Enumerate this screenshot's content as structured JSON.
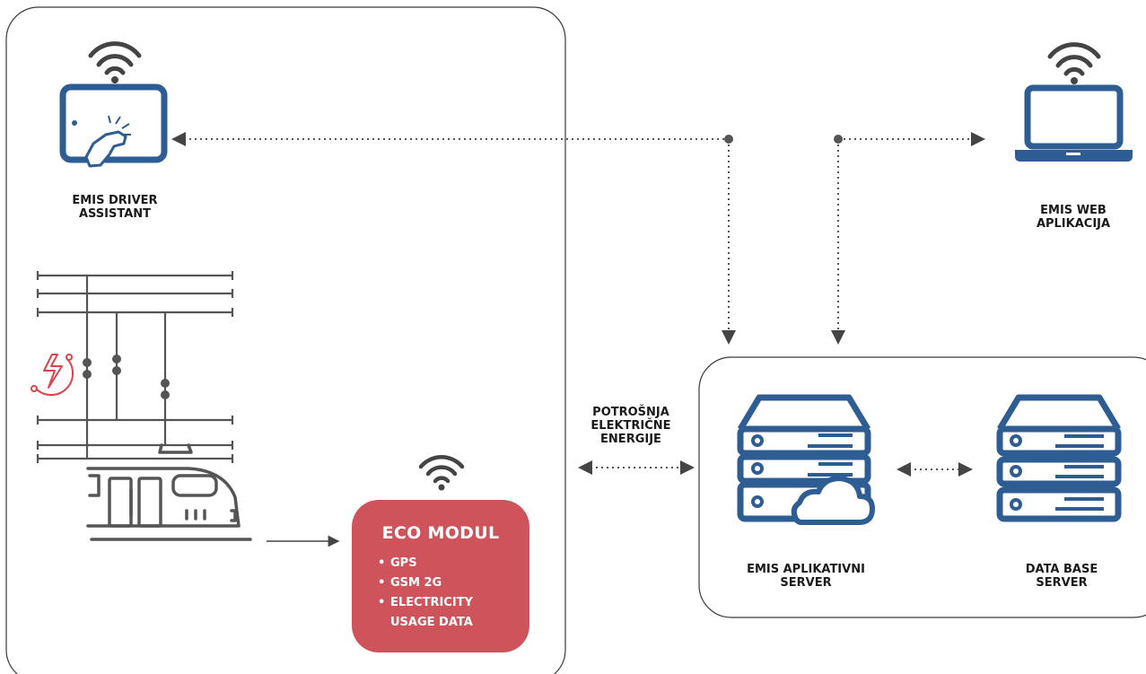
{
  "labels": {
    "driver_assistant": "EMIS DRIVER ASSISTANT",
    "web_app": "EMIS WEB APLIKACIJA",
    "energy_consumption": "POTROŠNJA ELEKTRIČNE ENERGIJE",
    "app_server": "EMIS APLIKATIVNI SERVER",
    "db_server": "DATA BASE SERVER"
  },
  "eco_module": {
    "title": "ECO MODUL",
    "items": [
      "GPS",
      "GSM 2G",
      "ELECTRICITY",
      "USAGE DATA"
    ]
  },
  "colors": {
    "device_blue": "#2d5d93",
    "eco_red": "#cf535a",
    "lightning_red": "#e0424a",
    "rail_gray": "#555555",
    "wifi_gray": "#444444"
  }
}
